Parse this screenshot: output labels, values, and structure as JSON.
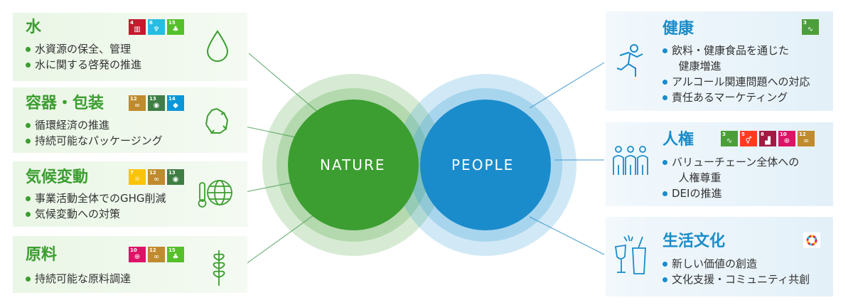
{
  "colors": {
    "nature_green": "#3b9e2f",
    "people_blue": "#1a8cc9",
    "overlap": "#1b7a6a",
    "left_panel_bg": "#eaf6e6",
    "right_panel_bg": "#e3f0f8"
  },
  "circles": {
    "nature": "NATURE",
    "people": "PEOPLE"
  },
  "left_items": [
    {
      "title": "水",
      "bullets": [
        "水資源の保全、管理",
        "水に関する啓発の推進"
      ],
      "icon": "water-drop-icon",
      "sdgs": [
        {
          "num": "4",
          "color": "#c5192d",
          "glyph": "▥"
        },
        {
          "num": "6",
          "color": "#26bde2",
          "glyph": "♆"
        },
        {
          "num": "15",
          "color": "#56c02b",
          "glyph": "♣"
        }
      ]
    },
    {
      "title": "容器・包装",
      "bullets": [
        "循環経済の推進",
        "持続可能なパッケージング"
      ],
      "icon": "recycle-icon",
      "sdgs": [
        {
          "num": "12",
          "color": "#bf8b2e",
          "glyph": "∞"
        },
        {
          "num": "13",
          "color": "#3f7e44",
          "glyph": "◉"
        },
        {
          "num": "14",
          "color": "#0a97d9",
          "glyph": "◆"
        }
      ]
    },
    {
      "title": "気候変動",
      "bullets": [
        "事業活動全体でのGHG削減",
        "気候変動への対策"
      ],
      "icon": "globe-thermometer-icon",
      "sdgs": [
        {
          "num": "7",
          "color": "#fcc30b",
          "glyph": "☼"
        },
        {
          "num": "12",
          "color": "#bf8b2e",
          "glyph": "∞"
        },
        {
          "num": "13",
          "color": "#3f7e44",
          "glyph": "◉"
        }
      ]
    },
    {
      "title": "原料",
      "bullets": [
        "持続可能な原料調達"
      ],
      "icon": "wheat-icon",
      "sdgs": [
        {
          "num": "10",
          "color": "#dd1367",
          "glyph": "⊕"
        },
        {
          "num": "12",
          "color": "#bf8b2e",
          "glyph": "∞"
        },
        {
          "num": "15",
          "color": "#56c02b",
          "glyph": "♣"
        }
      ]
    }
  ],
  "right_items": [
    {
      "title": "健康",
      "bullets": [
        "飲料・健康食品を通じた",
        "  健康増進",
        "アルコール関連問題への対応",
        "責任あるマーケティング"
      ],
      "icon": "running-person-icon",
      "sdgs": [
        {
          "num": "3",
          "color": "#4c9f38",
          "glyph": "∿"
        }
      ]
    },
    {
      "title": "人権",
      "bullets": [
        "バリューチェーン全体への",
        "  人権尊重",
        "DEIの推進"
      ],
      "icon": "people-group-icon",
      "sdgs": [
        {
          "num": "3",
          "color": "#4c9f38",
          "glyph": "∿"
        },
        {
          "num": "5",
          "color": "#ff3a21",
          "glyph": "⚥"
        },
        {
          "num": "8",
          "color": "#a21942",
          "glyph": "▟"
        },
        {
          "num": "10",
          "color": "#dd1367",
          "glyph": "⊕"
        },
        {
          "num": "12",
          "color": "#bf8b2e",
          "glyph": "∞"
        }
      ]
    },
    {
      "title": "生活文化",
      "bullets": [
        "新しい価値の創造",
        "文化支援・コミュニティ共創"
      ],
      "icon": "toast-glasses-icon",
      "sdgs": [
        {
          "num": "",
          "color": "#ffffff",
          "glyph": "◌"
        }
      ]
    }
  ]
}
